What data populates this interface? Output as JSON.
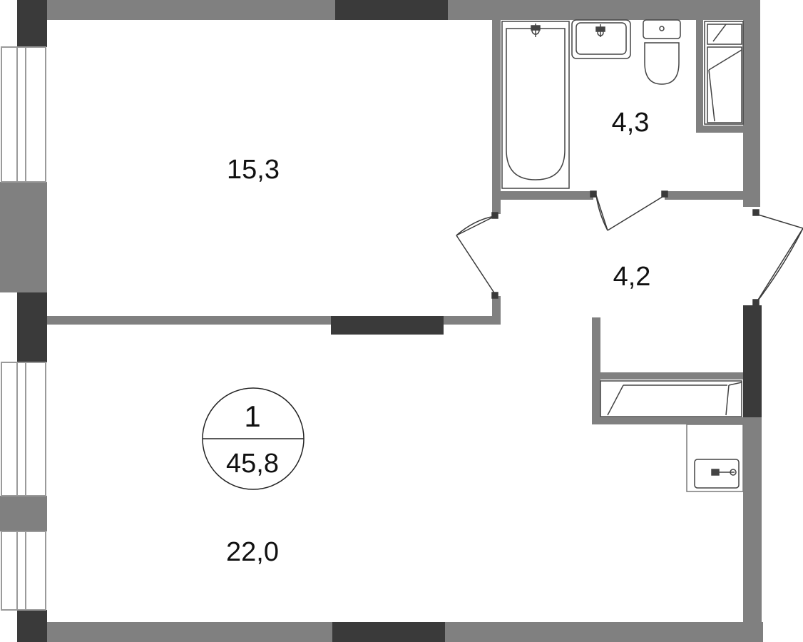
{
  "colors": {
    "wall": "#808080",
    "load_bearing": "#3a3a3a",
    "window_frame": "#9a9a9a",
    "fixture_stroke": "#444444",
    "thin_line": "#7a7a7a",
    "background": "#ffffff"
  },
  "rooms": {
    "bedroom": {
      "area": "15,3"
    },
    "bathroom": {
      "area": "4,3"
    },
    "hallway": {
      "area": "4,2"
    },
    "living_kitchen": {
      "area": "22,0"
    }
  },
  "badge": {
    "rooms_count": "1",
    "total_area": "45,8"
  },
  "icons": [
    "bathtub-icon",
    "washbasin-icon",
    "toilet-icon",
    "kitchen-sink-icon",
    "door-swing-icon",
    "window-icon"
  ]
}
